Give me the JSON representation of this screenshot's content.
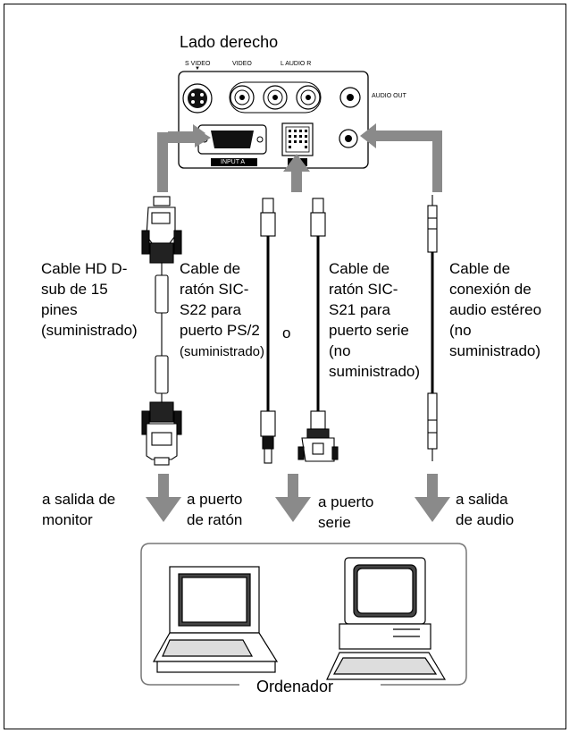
{
  "title": "Lado derecho",
  "panel": {
    "s_video": "S VIDEO",
    "video": "VIDEO",
    "l_audio_r": "L AUDIO R",
    "audio_out": "AUDIO OUT",
    "input_a": "INPUT A"
  },
  "cables": {
    "hd": [
      "Cable HD D-",
      "sub de 15",
      "pines",
      "(suministrado)"
    ],
    "ps2": [
      "Cable de",
      "ratón SIC-",
      "S22 para",
      "puerto PS/2",
      "(suministrado)"
    ],
    "or": "o",
    "serial": [
      "Cable de",
      "ratón SIC-",
      "S21 para",
      "puerto serie",
      "(no",
      "suministrado)"
    ],
    "audio": [
      "Cable de",
      "conexión de",
      "audio estéreo",
      "(no",
      "suministrado)"
    ]
  },
  "destinations": {
    "monitor": [
      "a salida de",
      "monitor"
    ],
    "mouse": [
      "a puerto",
      "de ratón"
    ],
    "serial": [
      "a puerto",
      "serie"
    ],
    "audio": [
      "a salida",
      "de audio"
    ]
  },
  "computer_label": "Ordenador",
  "colors": {
    "arrow": "#8a8a8a",
    "line": "#000000",
    "cable": "#222222"
  }
}
